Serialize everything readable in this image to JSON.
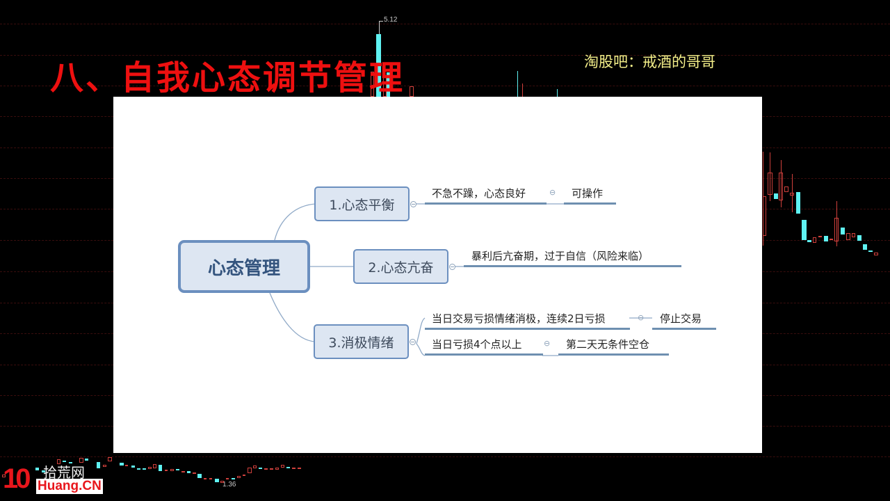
{
  "slide": {
    "title": "八、自我心态调节管理",
    "author": "淘股吧：戒酒的哥哥"
  },
  "chart_background": {
    "high_label": "5.12",
    "low_label": "1.36",
    "colors": {
      "up": "#d0403c",
      "down": "#5ff2f2",
      "grid": "#3a0d0d"
    }
  },
  "mindmap": {
    "root": "心态管理",
    "branches": [
      {
        "label": "1.心态平衡",
        "children": [
          {
            "text": "不急不躁，心态良好",
            "result": "可操作"
          }
        ]
      },
      {
        "label": "2.心态亢奋",
        "children": [
          {
            "text": "暴利后亢奋期，过于自信（风险来临）"
          }
        ]
      },
      {
        "label": "3.消极情绪",
        "children": [
          {
            "text": "当日交易亏损情绪消极，连续2日亏损",
            "result": "停止交易"
          },
          {
            "text": "当日亏损4个点以上",
            "result": "第二天无条件空仓"
          }
        ]
      }
    ],
    "colors": {
      "node_fill": "#dde6f2",
      "node_border": "#6b8fbf",
      "line": "#6e8fb0"
    }
  },
  "watermark": {
    "number": "10",
    "cn": "拾荒网",
    "en": "Huang.CN"
  }
}
